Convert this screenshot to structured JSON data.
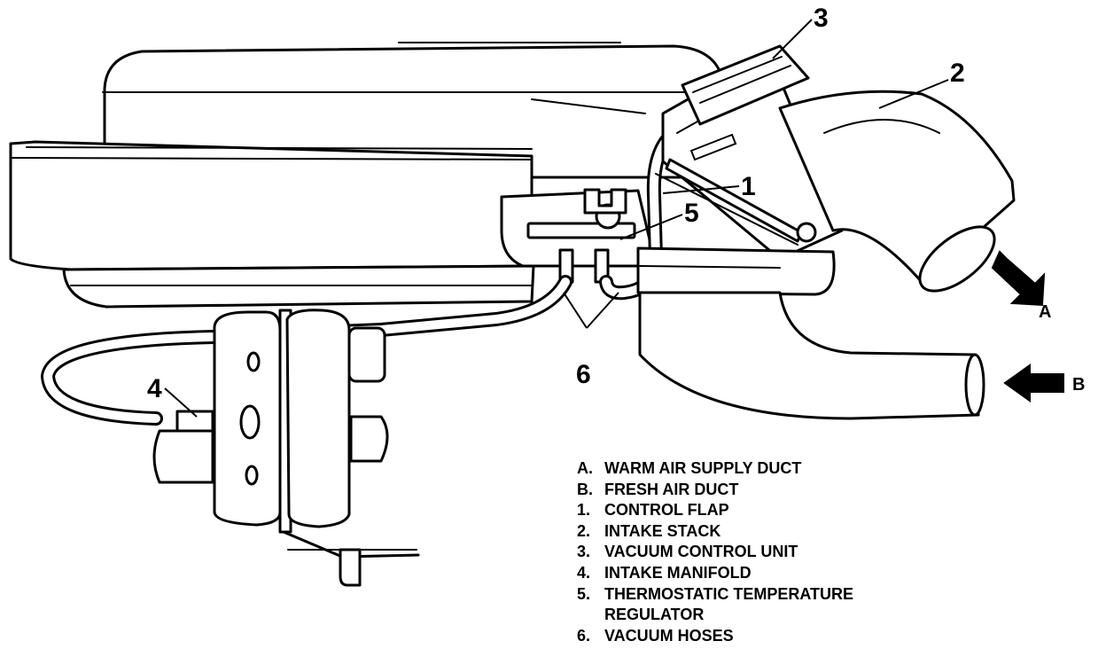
{
  "callouts": {
    "c1": "1",
    "c2": "2",
    "c3": "3",
    "c4": "4",
    "c5": "5",
    "c6": "6",
    "arrow_a": "A",
    "arrow_b": "B"
  },
  "legend": [
    {
      "key": "A.",
      "text": "WARM AIR SUPPLY DUCT"
    },
    {
      "key": "B.",
      "text": "FRESH AIR DUCT"
    },
    {
      "key": "1.",
      "text": "CONTROL FLAP"
    },
    {
      "key": "2.",
      "text": "INTAKE STACK"
    },
    {
      "key": "3.",
      "text": "VACUUM CONTROL UNIT"
    },
    {
      "key": "4.",
      "text": "INTAKE MANIFOLD"
    },
    {
      "key": "5.",
      "text": "THERMOSTATIC TEMPERATURE",
      "cont": "REGULATOR"
    },
    {
      "key": "6.",
      "text": "VACUUM HOSES"
    }
  ],
  "colors": {
    "ink": "#000000",
    "paper": "#ffffff"
  }
}
